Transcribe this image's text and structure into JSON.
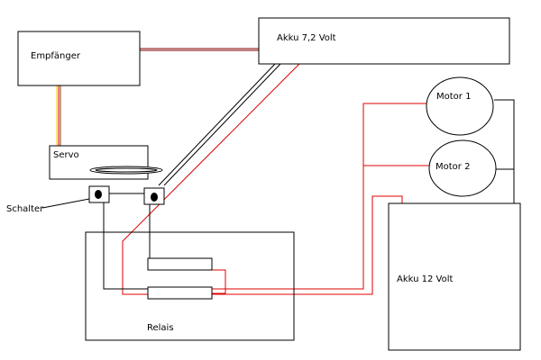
{
  "colors": {
    "background": "#ffffff",
    "outline": "#000000",
    "wire_red": "#e00000",
    "wire_darkred": "#800000",
    "wire_yellow": "#ffcc00",
    "wire_orange": "#ff6600"
  },
  "components": {
    "receiver_label": "Empfänger",
    "battery_small_label": "Akku 7,2 Volt",
    "servo_label": "Servo",
    "switch_label": "Schalter",
    "relay_label": "Relais",
    "motor1_label": "Motor 1",
    "motor2_label": "Motor 2",
    "battery_large_label": "Akku 12 Volt"
  }
}
